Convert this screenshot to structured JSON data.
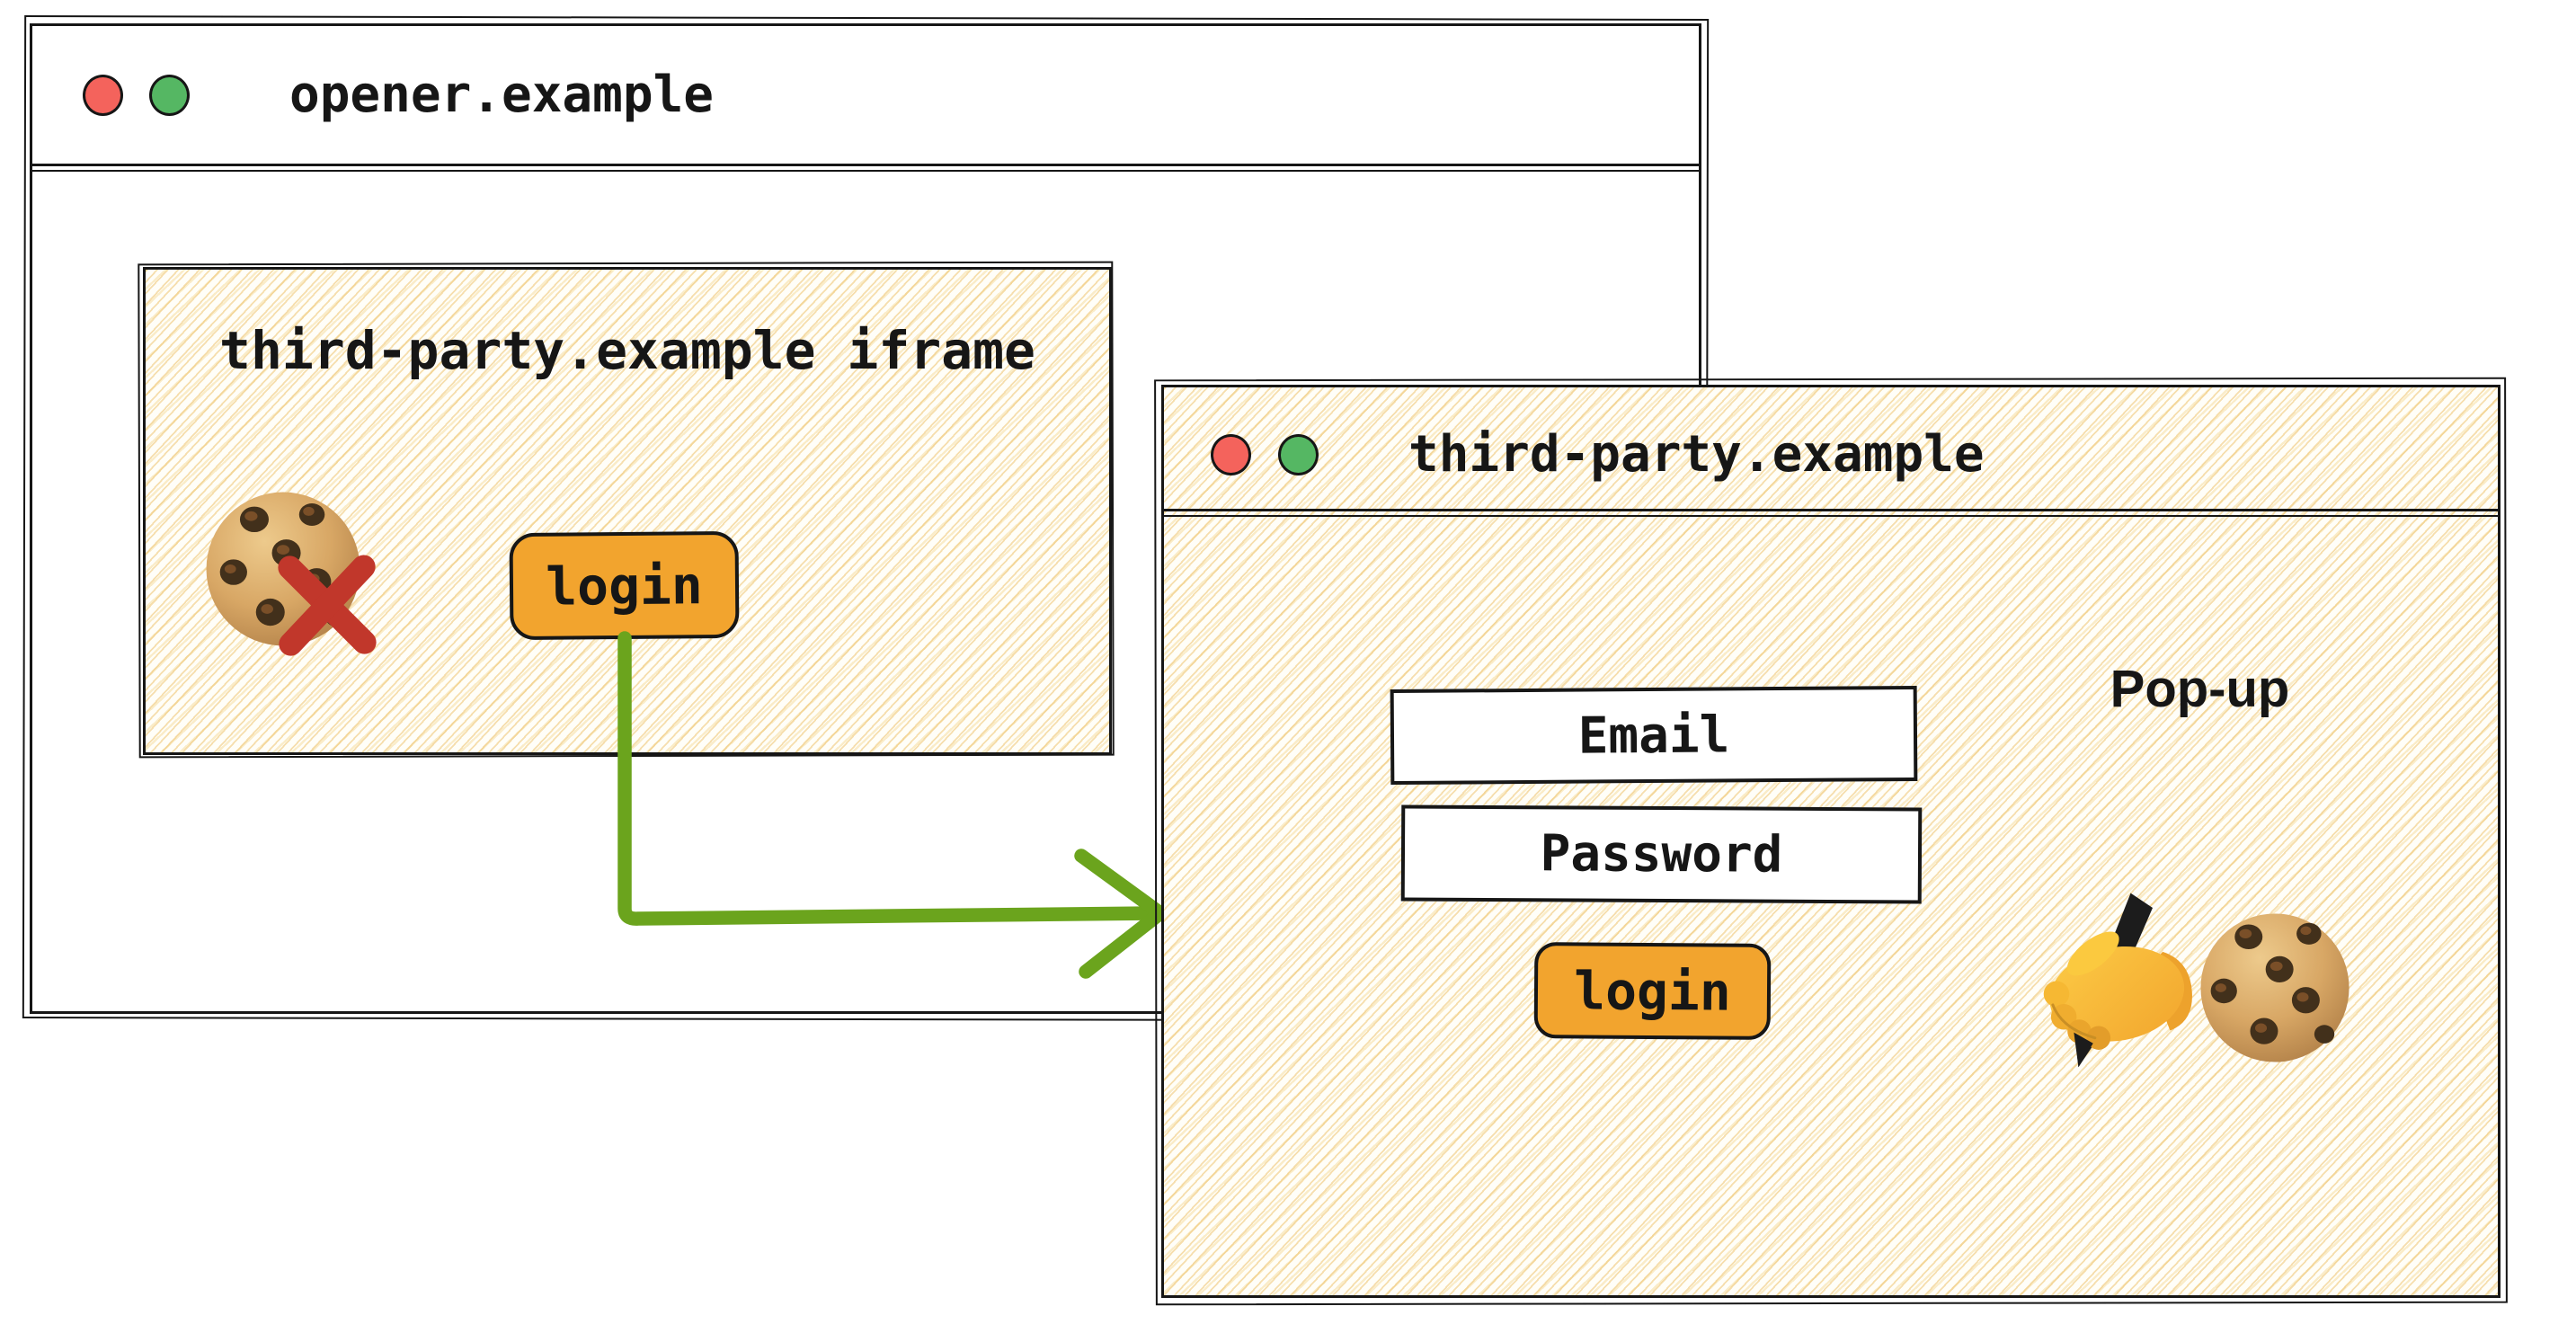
{
  "opener_window": {
    "title": "opener.example",
    "traffic_lights": [
      "red",
      "green"
    ],
    "iframe": {
      "label": "third-party.example iframe",
      "login_button_label": "login",
      "icons": [
        "cookie",
        "blocked-x"
      ]
    }
  },
  "popup_window": {
    "title": "third-party.example",
    "traffic_lights": [
      "red",
      "green"
    ],
    "annotation": "Pop-up",
    "email_placeholder": "Email",
    "password_placeholder": "Password",
    "login_button_label": "login",
    "icons": [
      "writing-hand",
      "cookie"
    ]
  },
  "flow_arrow": {
    "from": "iframe-login-button",
    "to": "popup-window",
    "color": "#6ba41d"
  },
  "colors": {
    "ink": "#161616",
    "button_orange": "#f2a42e",
    "hatch_yellow": "#f0cf92",
    "arrow_green": "#6ba41d",
    "blocked_x_red": "#c1372b",
    "traffic_red": "#f4635c",
    "traffic_green": "#55b763"
  }
}
